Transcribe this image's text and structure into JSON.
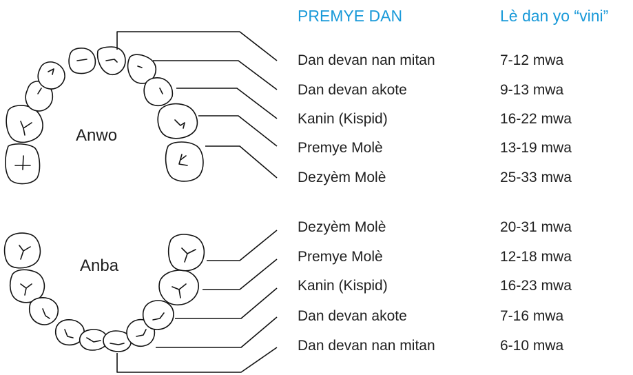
{
  "header": {
    "teeth_heading": "PREMYE DAN",
    "age_heading": "Lè dan yo “vini”"
  },
  "jaws": {
    "upper_label": "Anwo",
    "lower_label": "Anba"
  },
  "upper_teeth": [
    {
      "name": "Dan devan nan mitan",
      "age": "7-12 mwa"
    },
    {
      "name": "Dan devan akote",
      "age": "9-13 mwa"
    },
    {
      "name": "Kanin (Kispid)",
      "age": "16-22 mwa"
    },
    {
      "name": "Premye Molè",
      "age": "13-19 mwa"
    },
    {
      "name": "Dezyèm Molè",
      "age": "25-33 mwa"
    }
  ],
  "lower_teeth": [
    {
      "name": "Dezyèm Molè",
      "age": "20-31 mwa"
    },
    {
      "name": "Premye Molè",
      "age": "12-18 mwa"
    },
    {
      "name": "Kanin (Kispid)",
      "age": "16-23 mwa"
    },
    {
      "name": "Dan devan akote",
      "age": "7-16 mwa"
    },
    {
      "name": "Dan devan nan mitan",
      "age": "6-10 mwa"
    }
  ],
  "colors": {
    "heading": "#1a9ad9",
    "text": "#1f1f1f",
    "outline": "#111111"
  }
}
